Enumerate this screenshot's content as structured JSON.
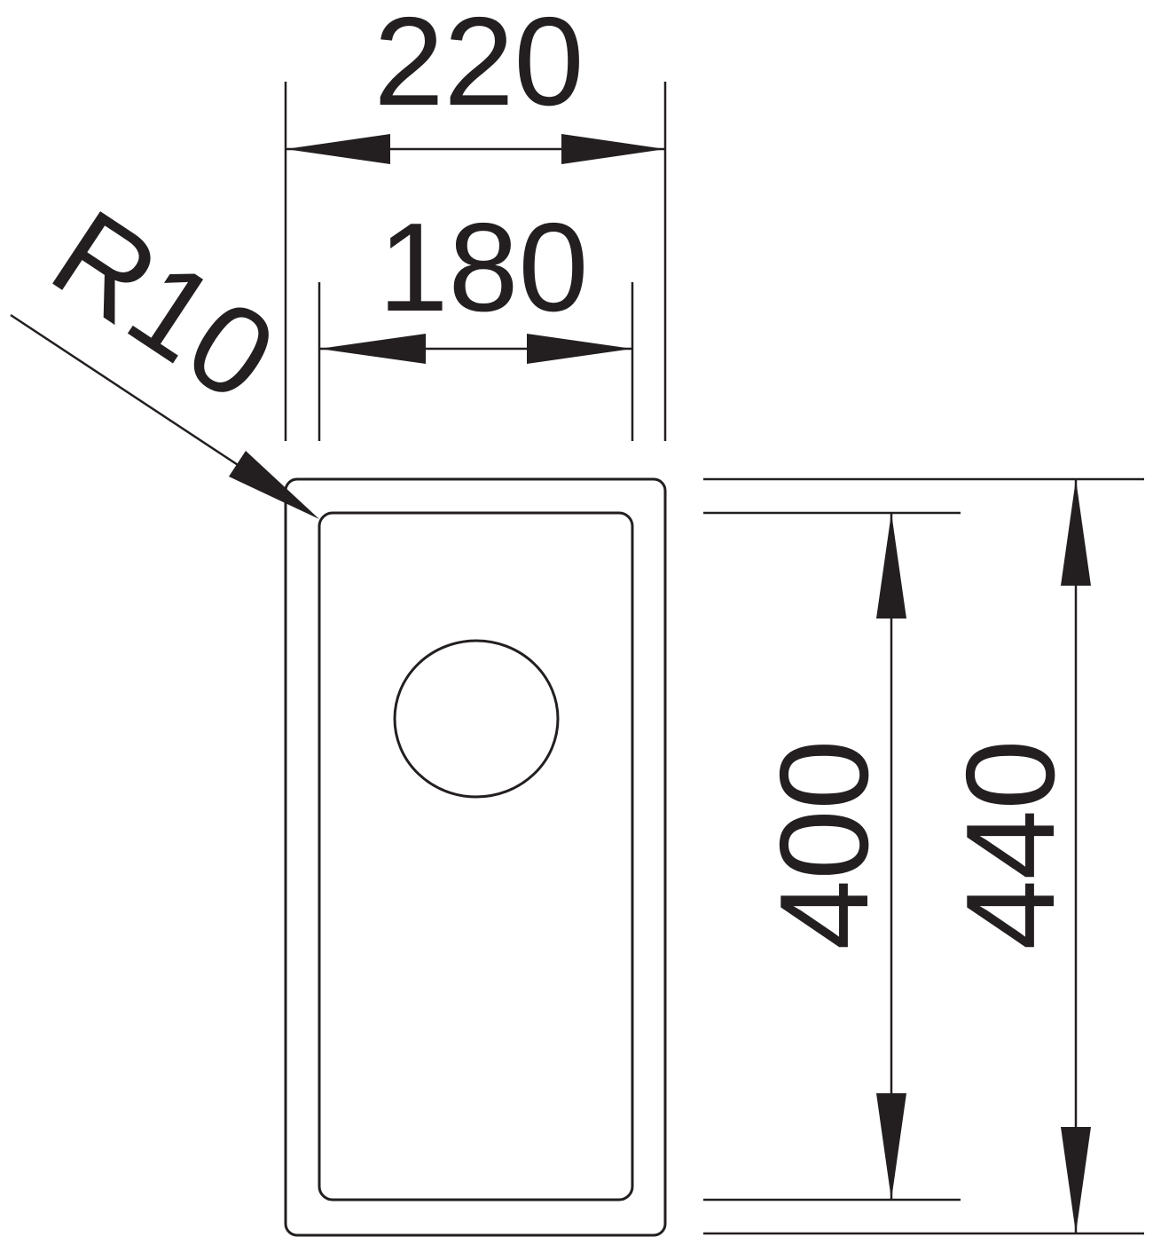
{
  "drawing": {
    "type": "sink bowl dimension drawing",
    "units": "mm",
    "dimensions": {
      "outer_width": "220",
      "inner_width": "180",
      "inner_length": "400",
      "outer_length": "440",
      "corner_radius": "R10"
    },
    "colors": {
      "line": "#231f20",
      "background": "#ffffff"
    }
  }
}
